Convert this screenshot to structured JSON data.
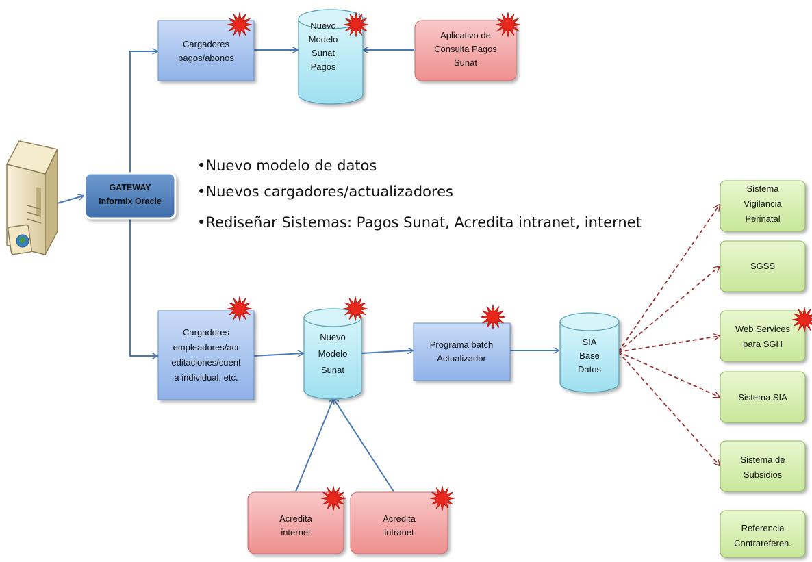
{
  "gateway": {
    "line1": "GATEWAY",
    "line2": "Informix Oracle"
  },
  "bullets": [
    "•Nuevo modelo de datos",
    "•Nuevos cargadores/actualizadores",
    "•Rediseñar Sistemas: Pagos Sunat, Acredita intranet, internet"
  ],
  "top_flow": {
    "loader": [
      "Cargadores",
      "pagos/abonos"
    ],
    "db": [
      "Nuevo",
      "Modelo",
      "Sunat",
      "Pagos"
    ],
    "app": [
      "Aplicativo de",
      "Consulta Pagos",
      "Sunat"
    ]
  },
  "bottom_flow": {
    "loader": [
      "Cargadores",
      "empleadores/acr",
      "editaciones/cuent",
      "a individual, etc."
    ],
    "db": [
      "Nuevo",
      "Modelo",
      "Sunat"
    ],
    "batch": [
      "Programa batch",
      "Actualizador"
    ],
    "sia_db": [
      "SIA",
      "Base",
      "Datos"
    ]
  },
  "acredita": {
    "internet": [
      "Acredita",
      "internet"
    ],
    "intranet": [
      "Acredita",
      "intranet"
    ]
  },
  "systems": [
    [
      "Sistema",
      "Vigilancia",
      "Perinatal"
    ],
    [
      "SGSS"
    ],
    [
      "Web Services",
      "para SGH"
    ],
    [
      "Sistema SIA"
    ],
    [
      "Sistema de",
      "Subsidios"
    ],
    [
      "Referencia",
      "Contrareferen."
    ]
  ],
  "colors": {
    "blue_box": "#a9c4f0",
    "db_cyan": "#b8ecf6",
    "red_box": "#f4a7a7",
    "green_box": "#d7efb0",
    "gateway": "#4f81bd",
    "arrow_blue": "#4a7ab6",
    "arrow_red": "#9b3030",
    "star": "#e8281c"
  }
}
